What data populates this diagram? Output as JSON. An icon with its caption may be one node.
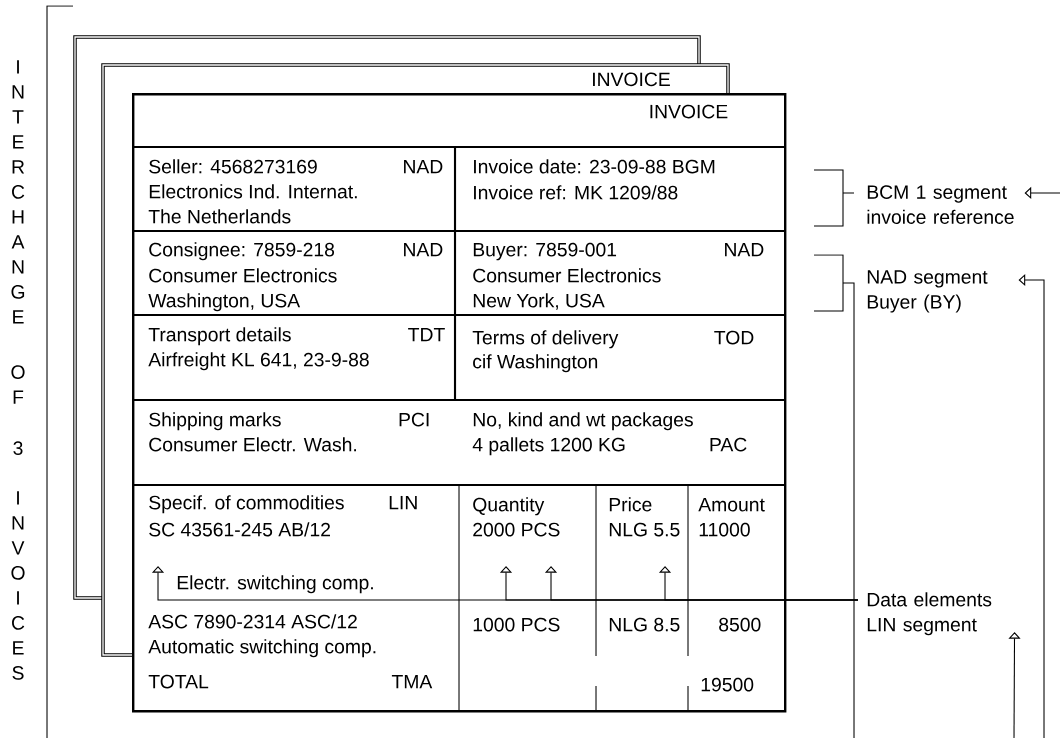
{
  "diagram": {
    "nodes": [
      {
        "text": [
          "INVOICE"
        ]
      },
      {
        "text": [
          "Seller: 4568273169",
          "NAD",
          "Electronics Ind. Internat.",
          "The Netherlands"
        ],
        "in": 0
      },
      {
        "text": [
          "Invoice date: 23-09-88 BGM",
          "Invoice ref: MK 1209/88"
        ],
        "in": 0
      },
      {
        "text": [
          "Consignee: 7859-218",
          "NAD",
          "Consumer Electronics",
          "Washington, USA"
        ],
        "in": 0
      },
      {
        "text": [
          "Buyer: 7859-001",
          "NAD",
          "Consumer Electronics",
          "New York, USA"
        ],
        "in": 0
      },
      {
        "text": [
          "Transport details",
          "TDT",
          "Airfreight KL 641, 23-9-88"
        ],
        "in": 0
      },
      {
        "text": [
          "Terms of delivery",
          "TOD",
          "cif Washington"
        ],
        "in": 0
      },
      {
        "text": [
          "Shipping marks",
          "PCI",
          "Consumer Electr. Wash."
        ],
        "in": 0
      },
      {
        "text": [
          "No, kind and wt packages",
          "4 pallets 1200 KG",
          "PAC"
        ],
        "in": 0
      },
      {
        "text": [
          "Specif. of commodities",
          "LIN",
          "SC 43561-245 AB/12",
          "Electr. switching comp.",
          "ASC 7890-2314 ASC/12",
          "Automatic switching comp.",
          "TOTAL",
          "TMA"
        ],
        "in": 0
      },
      {
        "text": [
          "Quantity",
          "2000 PCS",
          "1000 PCS"
        ],
        "in": 0
      },
      {
        "text": [
          "Price",
          "NLG 5.5",
          "NLG 8.5"
        ],
        "in": 0
      },
      {
        "text": [
          "Amount",
          "11000",
          "8500",
          "19500"
        ],
        "in": 0
      },
      {
        "text": [
          "BCM 1 segment",
          "invoice reference"
        ]
      },
      {
        "text": [
          "NAD segment",
          "Buyer (BY)"
        ]
      },
      {
        "text": [
          "Data elements",
          "LIN segment"
        ]
      }
    ],
    "edges": [
      {
        "from": 15,
        "to": 9,
        "arrow": "to"
      },
      {
        "from": 15,
        "to": 10,
        "arrow": "to"
      },
      {
        "from": 15,
        "to": 10,
        "arrow": "to"
      },
      {
        "from": 15,
        "to": 11,
        "arrow": "to"
      },
      {
        "from": null,
        "to": 13,
        "arrow": "to"
      },
      {
        "from": null,
        "to": 14,
        "arrow": "to"
      },
      {
        "from": null,
        "to": 15,
        "arrow": "to"
      }
    ],
    "labels": [
      "INTERCHANGE",
      "OF",
      "3",
      "INVOICES",
      "INVOICE"
    ]
  }
}
